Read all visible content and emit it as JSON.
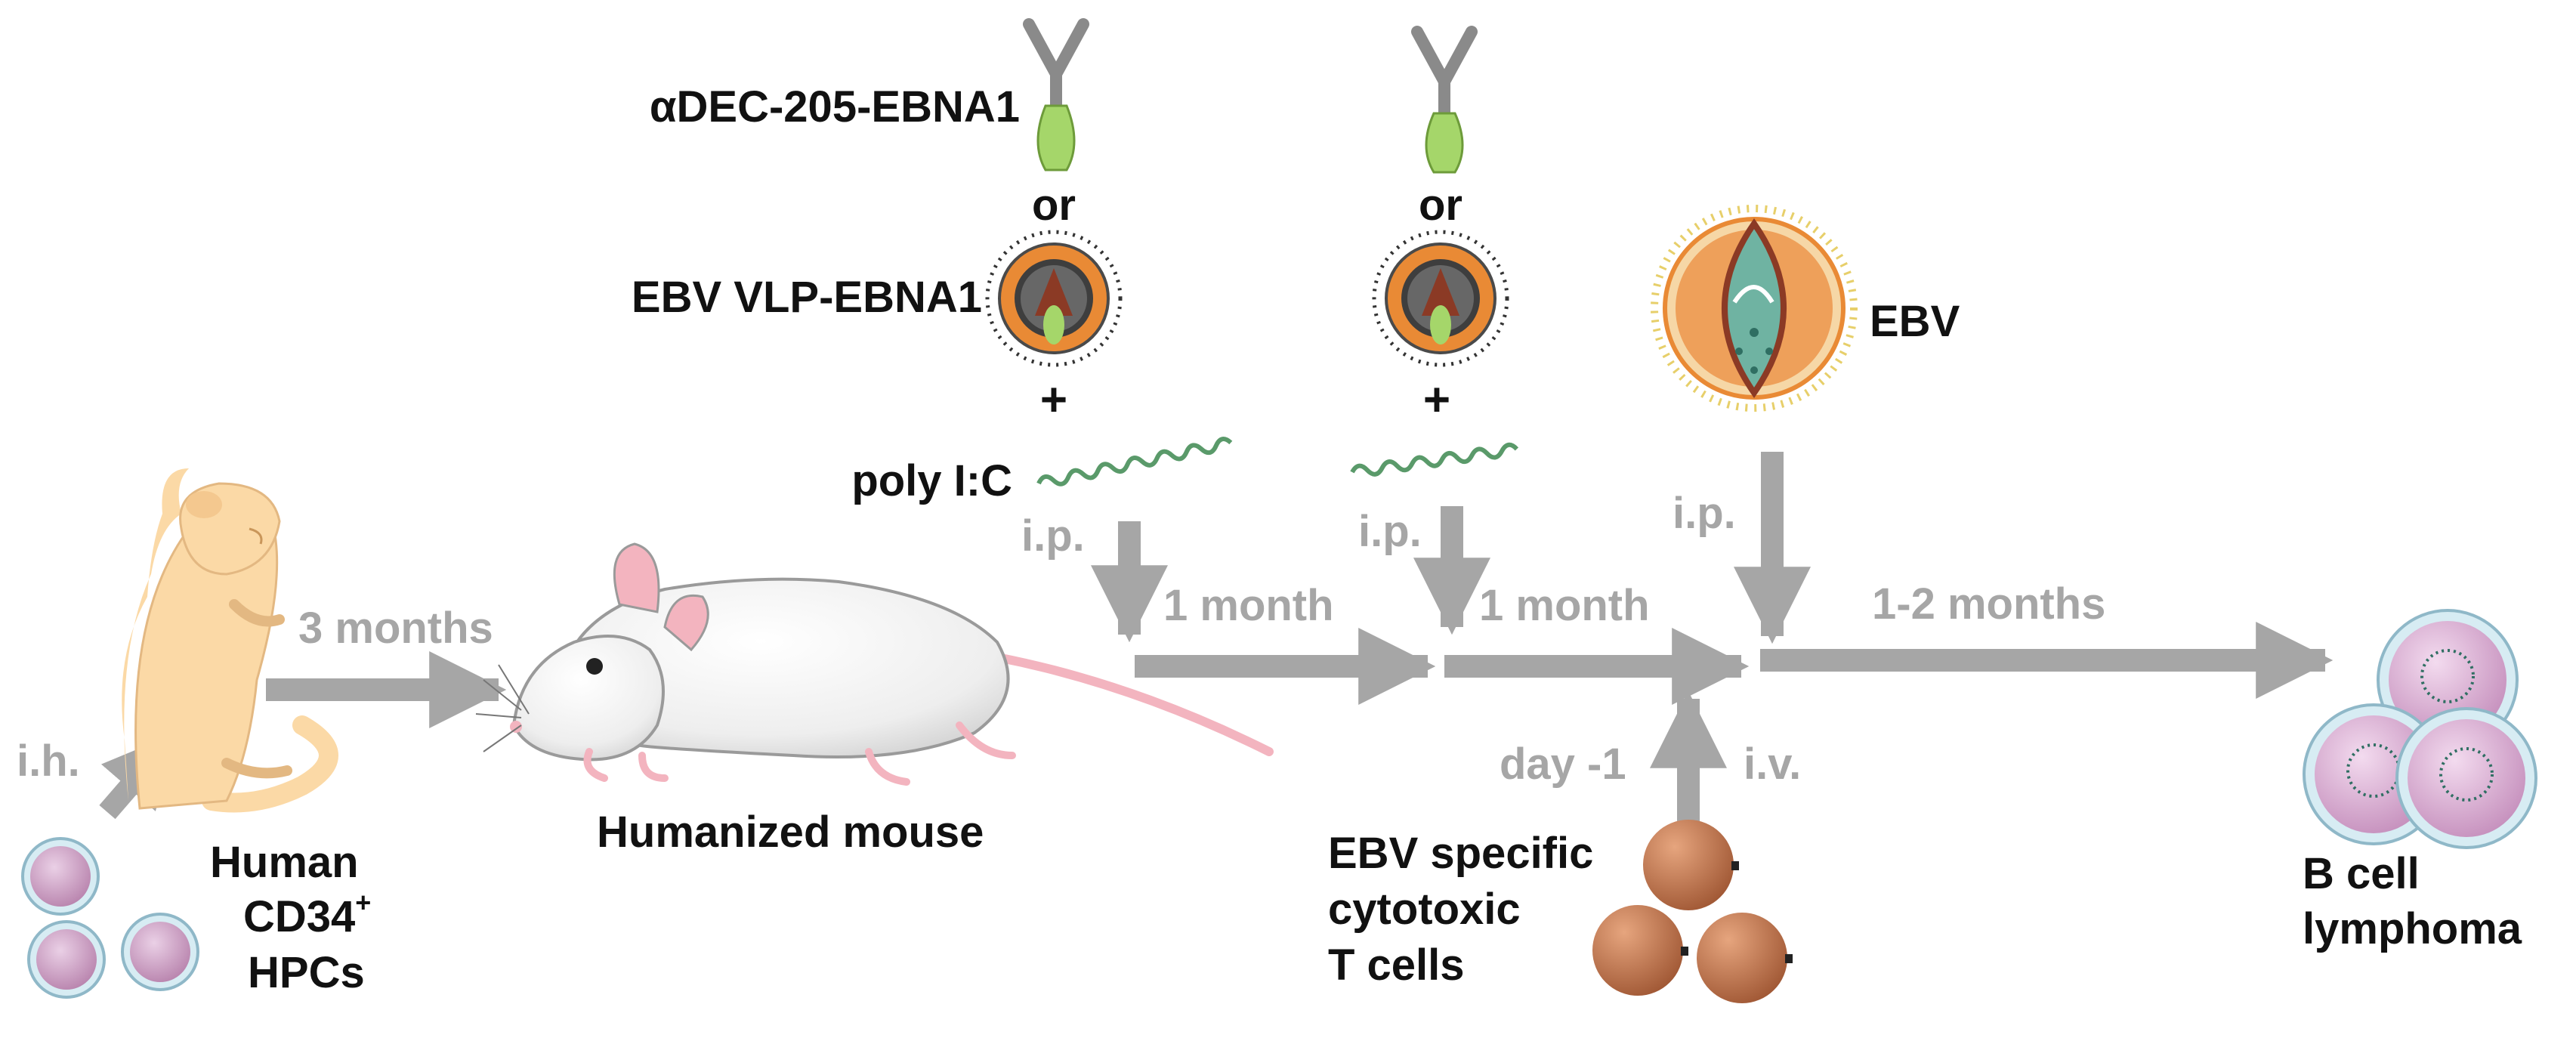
{
  "labels": {
    "dec205": "αDEC-205-EBNA1",
    "or1": "or",
    "or2": "or",
    "vlp": "EBV VLP-EBNA1",
    "plus1": "+",
    "plus2": "+",
    "polyic": "poly I:C",
    "ebv": "EBV",
    "ip1": "i.p.",
    "ip2": "i.p.",
    "ip3": "i.p.",
    "month1": "1 month",
    "month2": "1 month",
    "months12": "1-2 months",
    "months3": "3 months",
    "ih": "i.h.",
    "iv": "i.v.",
    "day": "day -1",
    "humanized": "Humanized mouse",
    "human": "Human",
    "cd34": "CD34",
    "cd34_sup": "+",
    "hpcs": "HPCs",
    "tcell1": "EBV specific",
    "tcell2": "cytotoxic",
    "tcell3": "T cells",
    "bcell1": "B cell",
    "bcell2": "lymphoma"
  },
  "colors": {
    "arrow": "#a6a6a6",
    "text_dark": "#111111",
    "pup": "#fbd9a6",
    "hpc": "#cc9fc3",
    "tcell": "#c97b4f",
    "lymphoma": "#d9a6d1",
    "antibody_tip": "#a5d66a",
    "vlp_ring": "#e98a35",
    "ebv_core": "#6fb3a2"
  }
}
